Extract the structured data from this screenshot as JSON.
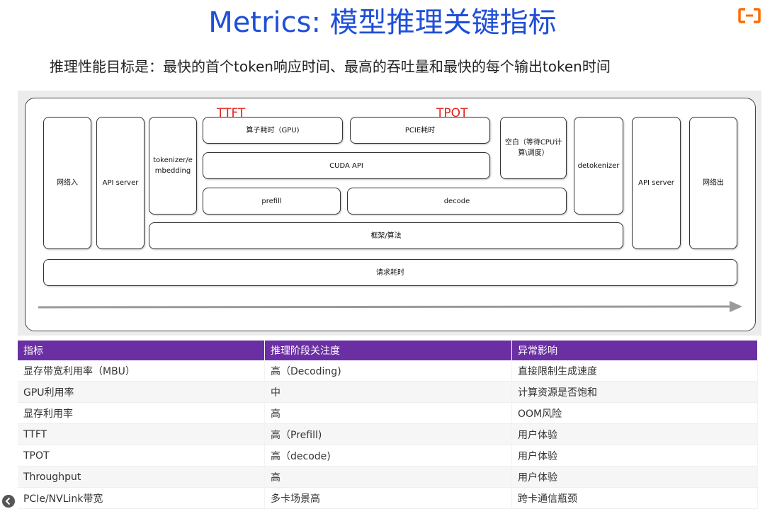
{
  "slide": {
    "title": "Metrics: 模型推理关键指标",
    "subtitle": "推理性能目标是：最快的首个token响应时间、最高的吞吐量和最快的每个输出token时间"
  },
  "diagram": {
    "labels": {
      "ttft": "TTFT",
      "tpot": "TPOT"
    },
    "boxes": {
      "network_in": "网络入",
      "api_server_left": "API server",
      "tokenizer": "tokenizer/e mbedding",
      "operator_time": "算子耗时（GPU)",
      "pcie_time": "PCIE耗时",
      "idle": "空白（等待CPU计算\\调度）",
      "detokenizer": "detokenizer",
      "api_server_right": "API server",
      "network_out": "网络出",
      "cuda_api": "CUDA API",
      "prefill": "prefill",
      "decode": "decode",
      "framework": "框架/算法",
      "request_time": "请求耗时"
    }
  },
  "table": {
    "headers": [
      "指标",
      "推理阶段关注度",
      "异常影响"
    ],
    "rows": [
      [
        "显存带宽利用率（MBU）",
        "高（Decoding)",
        "直接限制生成速度"
      ],
      [
        "GPU利用率",
        "中",
        "计算资源是否饱和"
      ],
      [
        "显存利用率",
        "高",
        "OOM风险"
      ],
      [
        "TTFT",
        "高（Prefill)",
        "用户体验"
      ],
      [
        "TPOT",
        "高（decode)",
        "用户体验"
      ],
      [
        "Throughput",
        "高",
        "用户体验"
      ],
      [
        "PCIe/NVLink带宽",
        "多卡场景高",
        "跨卡通信瓶颈"
      ]
    ]
  },
  "colors": {
    "title": "#1f4fd8",
    "table_header": "#6b2fa4",
    "highlight_label": "#e0201d",
    "logo": "#ff6a00"
  },
  "icons": {
    "logo": "aliyun-logo-icon",
    "nav": "chevron-left-circle-icon"
  }
}
